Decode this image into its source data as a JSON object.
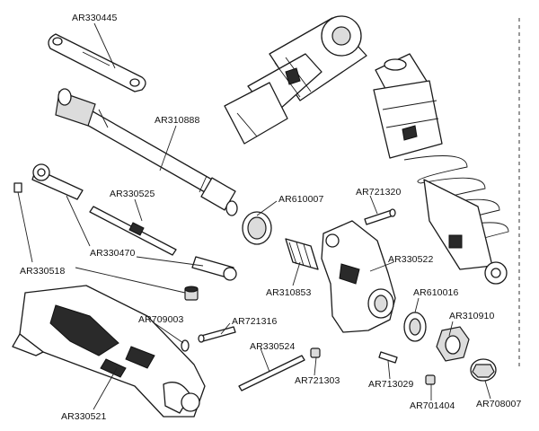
{
  "part_numbers": {
    "link": "AR330445",
    "driveshaft": "AR310888",
    "rod_end": "AR330470",
    "turnbuckle": "AR330525",
    "ball_stud": "AR330518",
    "lower_arm": "AR330521",
    "washer": "AR709003",
    "hinge_pin_short": "AR721316",
    "hinge_pin_long": "AR330524",
    "screw_small": "AR721303",
    "bearing_a": "AR610007",
    "pin_upper": "AR721320",
    "axle": "AR310853",
    "hub_carrier": "AR330522",
    "bearing_b": "AR610016",
    "wheel_hex": "AR310910",
    "set_pin": "AR713029",
    "grub": "AR701404",
    "nut": "AR708007"
  }
}
